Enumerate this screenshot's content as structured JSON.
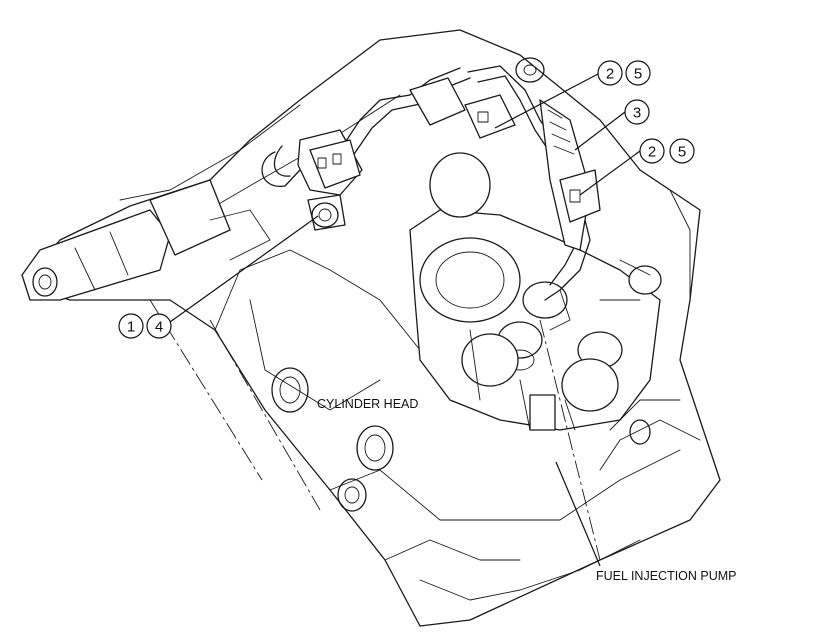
{
  "labels": {
    "cylinder_head": "CYLINDER HEAD",
    "fuel_injection_pump": "FUEL INJECTION PUMP"
  },
  "callouts": {
    "c1": "1",
    "c2a": "2",
    "c2b": "2",
    "c3": "3",
    "c4": "4",
    "c5a": "5",
    "c5b": "5"
  }
}
